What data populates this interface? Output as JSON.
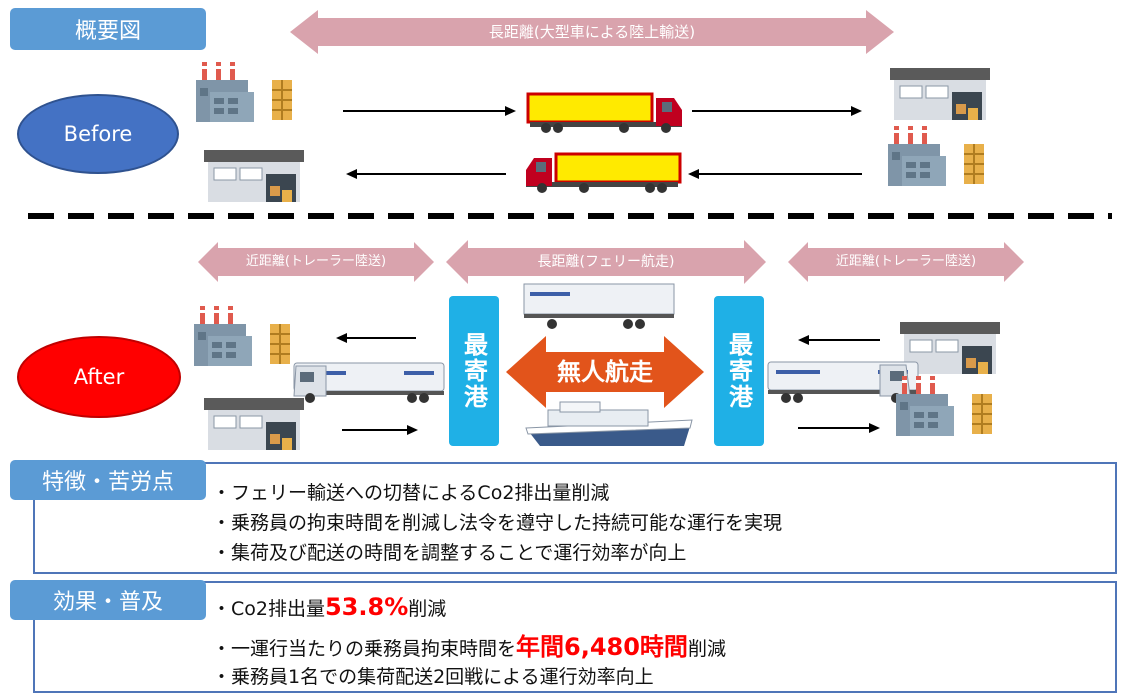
{
  "header": {
    "title": "概要図"
  },
  "before": {
    "label": "Before",
    "long_distance_label": "長距離(大型車による陸上輸送)"
  },
  "after": {
    "label": "After",
    "short_left_label": "近距離(トレーラー陸送)",
    "long_label": "長距離(フェリー航走)",
    "short_right_label": "近距離(トレーラー陸送)",
    "port_left": "最寄港",
    "port_right": "最寄港",
    "unmanned_label": "無人航走"
  },
  "features": {
    "title": "特徴・苦労点",
    "items": [
      "・フェリー輸送への切替によるCo2排出量削減",
      "・乗務員の拘束時間を削減し法令を遵守した持続可能な運行を実現",
      "・集荷及び配送の時間を調整することで運行効率が向上"
    ]
  },
  "effects": {
    "title": "効果・普及",
    "item1_prefix": "・Co2排出量",
    "item1_highlight": "53.8%",
    "item1_suffix": "削減",
    "item2_prefix": "・一運行当たりの乗務員拘束時間を",
    "item2_highlight": "年間6,480時間",
    "item2_suffix": "削減",
    "item3": "・乗務員1名での集荷配送2回戦による運行効率向上"
  },
  "colors": {
    "tag_blue": "#5b9bd5",
    "before_oval": "#4472c4",
    "after_oval": "#ff0000",
    "pink_arrow": "#d9a3ad",
    "port_blue": "#1fb0e6",
    "unmanned_arrow": "#e2541b",
    "box_border": "#4f75b8",
    "highlight_red": "#ff0000"
  }
}
